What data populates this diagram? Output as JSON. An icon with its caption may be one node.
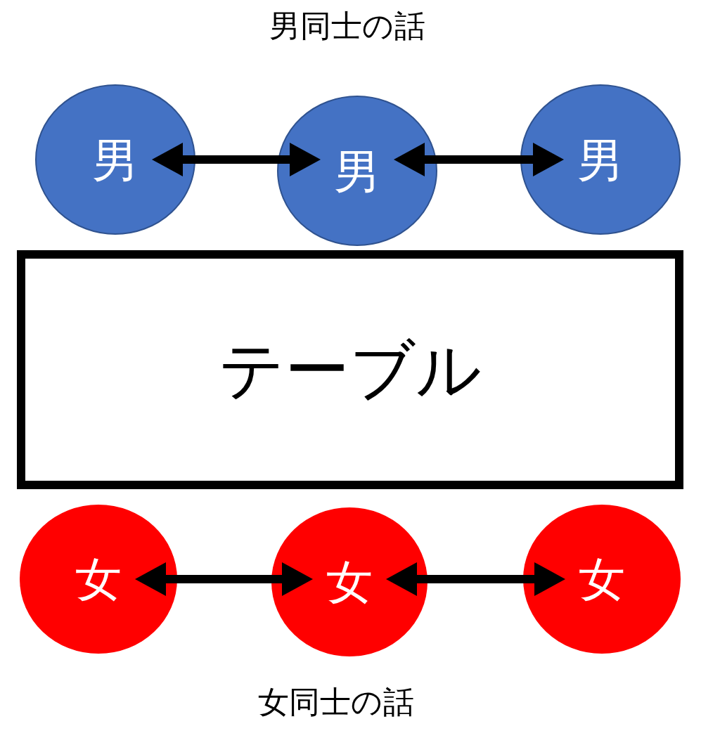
{
  "diagram": {
    "nodes": [
      {
        "text": [
          "男"
        ]
      },
      {
        "text": [
          "男"
        ]
      },
      {
        "text": [
          "男"
        ]
      },
      {
        "text": [
          "テーブル"
        ]
      },
      {
        "text": [
          "女"
        ]
      },
      {
        "text": [
          "女"
        ]
      },
      {
        "text": [
          "女"
        ]
      }
    ],
    "edges": [
      {
        "from": 0,
        "to": 1,
        "arrow": "both"
      },
      {
        "from": 1,
        "to": 2,
        "arrow": "both"
      },
      {
        "from": 4,
        "to": 5,
        "arrow": "both"
      },
      {
        "from": 5,
        "to": 6,
        "arrow": "both"
      }
    ],
    "labels": [
      "男同士の話",
      "女同士の話"
    ]
  }
}
